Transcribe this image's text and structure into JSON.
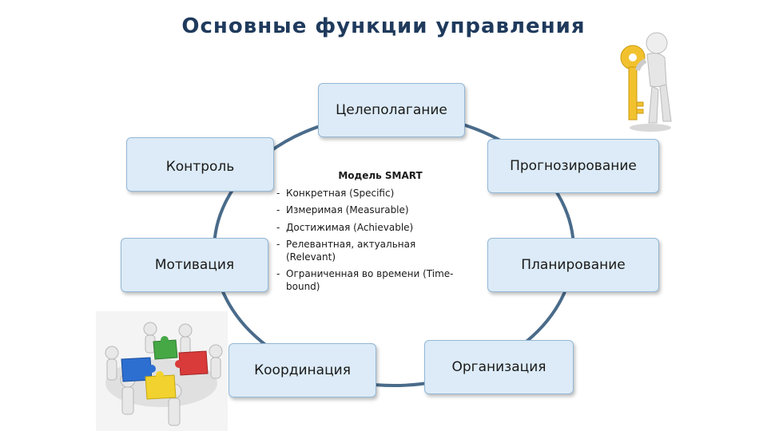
{
  "title": "Основные функции управления",
  "nodes": {
    "goal_setting": "Целеполагание",
    "forecasting": "Прогнозирование",
    "planning": "Планирование",
    "organization": "Организация",
    "coordination": "Координация",
    "motivation": "Мотивация",
    "control": "Контроль"
  },
  "smart": {
    "title": "Модель SMART",
    "items": [
      {
        "dash": "-",
        "text": "Конкретная       (Specific)"
      },
      {
        "dash": "-",
        "text": "Измеримая       (Measurable)"
      },
      {
        "dash": "-",
        "text": "Достижимая    (Achievable)"
      },
      {
        "dash": "-",
        "text": "Релевантная, актуальная (Relevant)"
      },
      {
        "dash": "-",
        "text": "Ограниченная во времени (Time-bound)"
      }
    ]
  },
  "icons": {
    "top_right": "figure-with-key-icon",
    "bottom_left": "puzzle-team-icon"
  },
  "colors": {
    "title": "#1f3a5c",
    "ring": "#4a6b8a",
    "node_fill": "#dcebf7",
    "node_border": "#93b7d6"
  }
}
